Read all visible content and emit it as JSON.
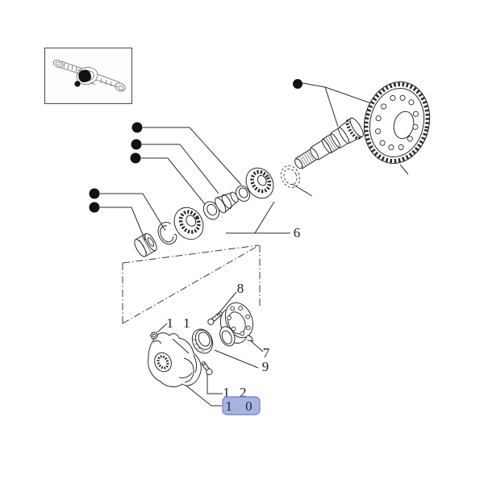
{
  "figure": {
    "type": "exploded-parts-diagram",
    "background": "#ffffff"
  },
  "colors": {
    "line": "#2b2b2b",
    "thin_line": "#3a3a3a",
    "thumb_line": "#5a5a5a",
    "label_text": "#1c1c1c",
    "highlight_fill": "#a9b3e0",
    "highlight_border": "#7f8acc",
    "highlight_text": "#1e2340",
    "dot_fill": "#111111"
  },
  "callouts": {
    "c6": {
      "text": "6"
    },
    "c7": {
      "text": "7"
    },
    "c8": {
      "text": "8"
    },
    "c9": {
      "text": "9"
    },
    "c11": {
      "text": "1 1"
    },
    "c12": {
      "text": "1 2"
    },
    "c10": {
      "text": "1 0",
      "highlighted": true
    }
  }
}
